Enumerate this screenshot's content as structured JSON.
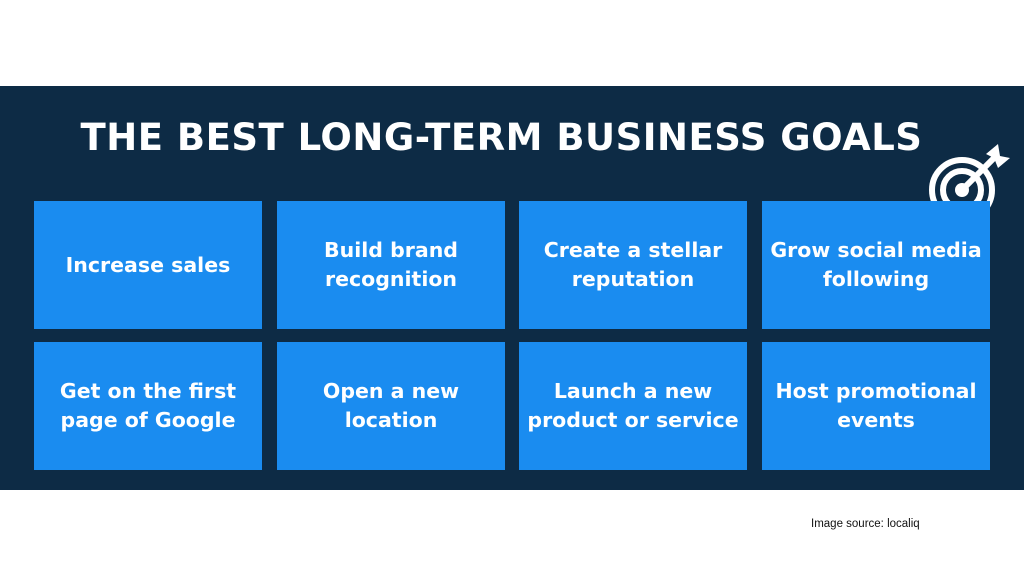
{
  "title": "THE BEST LONG-TERM BUSINESS GOALS",
  "icons": {
    "header_icon": "target-arrow-icon"
  },
  "colors": {
    "banner": "#0d2b45",
    "card": "#1a8cf0",
    "text": "#ffffff"
  },
  "goals": [
    {
      "label": "Increase sales"
    },
    {
      "label": "Build brand recognition"
    },
    {
      "label": "Create a stellar reputation"
    },
    {
      "label": "Grow social media following"
    },
    {
      "label": "Get on the first page of Google"
    },
    {
      "label": "Open a new location"
    },
    {
      "label": "Launch a new product or service"
    },
    {
      "label": "Host promotional events"
    }
  ],
  "source": "Image source: localiq"
}
